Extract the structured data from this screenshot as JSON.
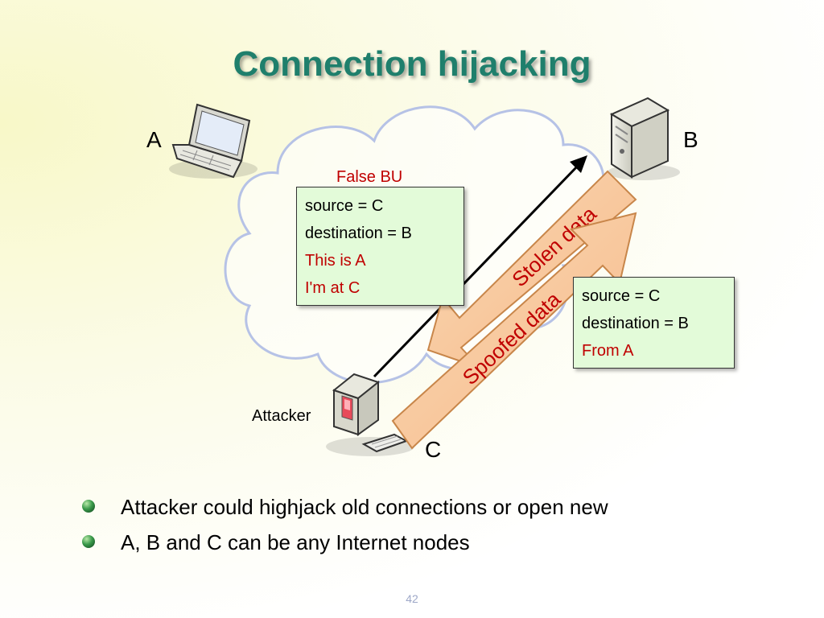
{
  "title": "Connection hijacking",
  "nodes": {
    "a_label": "A",
    "b_label": "B",
    "c_label": "C",
    "attacker_label": "Attacker"
  },
  "false_bu": {
    "caption": "False BU",
    "lines": [
      "source = C",
      "destination = B",
      "This is A",
      "I'm at C"
    ]
  },
  "spoofed_packet": {
    "lines": [
      "source = C",
      "destination = B",
      "From A"
    ]
  },
  "arrows": {
    "stolen": "Stolen data",
    "spoofed": "Spoofed data"
  },
  "bullets": [
    "Attacker could highjack old connections or open new",
    "A, B and C can be any Internet nodes"
  ],
  "page_number": "42",
  "colors": {
    "title": "#1f7f6c",
    "arrow_fill": "#f9c89b",
    "arrow_stroke": "#c8864a",
    "box_fill": "#e3fbd9",
    "red_text": "#c00000",
    "cloud_stroke": "#b6c2e6"
  }
}
